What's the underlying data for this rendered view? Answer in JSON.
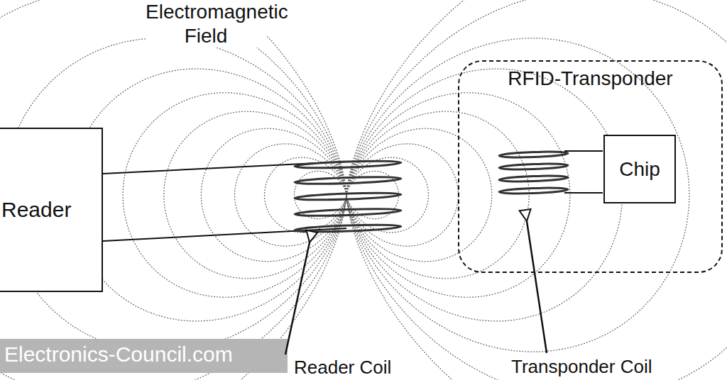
{
  "diagram": {
    "nodes": [
      {
        "text": [
          "Reader"
        ]
      },
      {
        "text": [
          "RFID-Transponder"
        ]
      },
      {
        "text": [
          "Chip"
        ],
        "in": 1
      }
    ],
    "labels": [
      "Electromagnetic Field",
      "Reader Coil",
      "Transponder Coil",
      "Electronics-Council.com"
    ]
  }
}
